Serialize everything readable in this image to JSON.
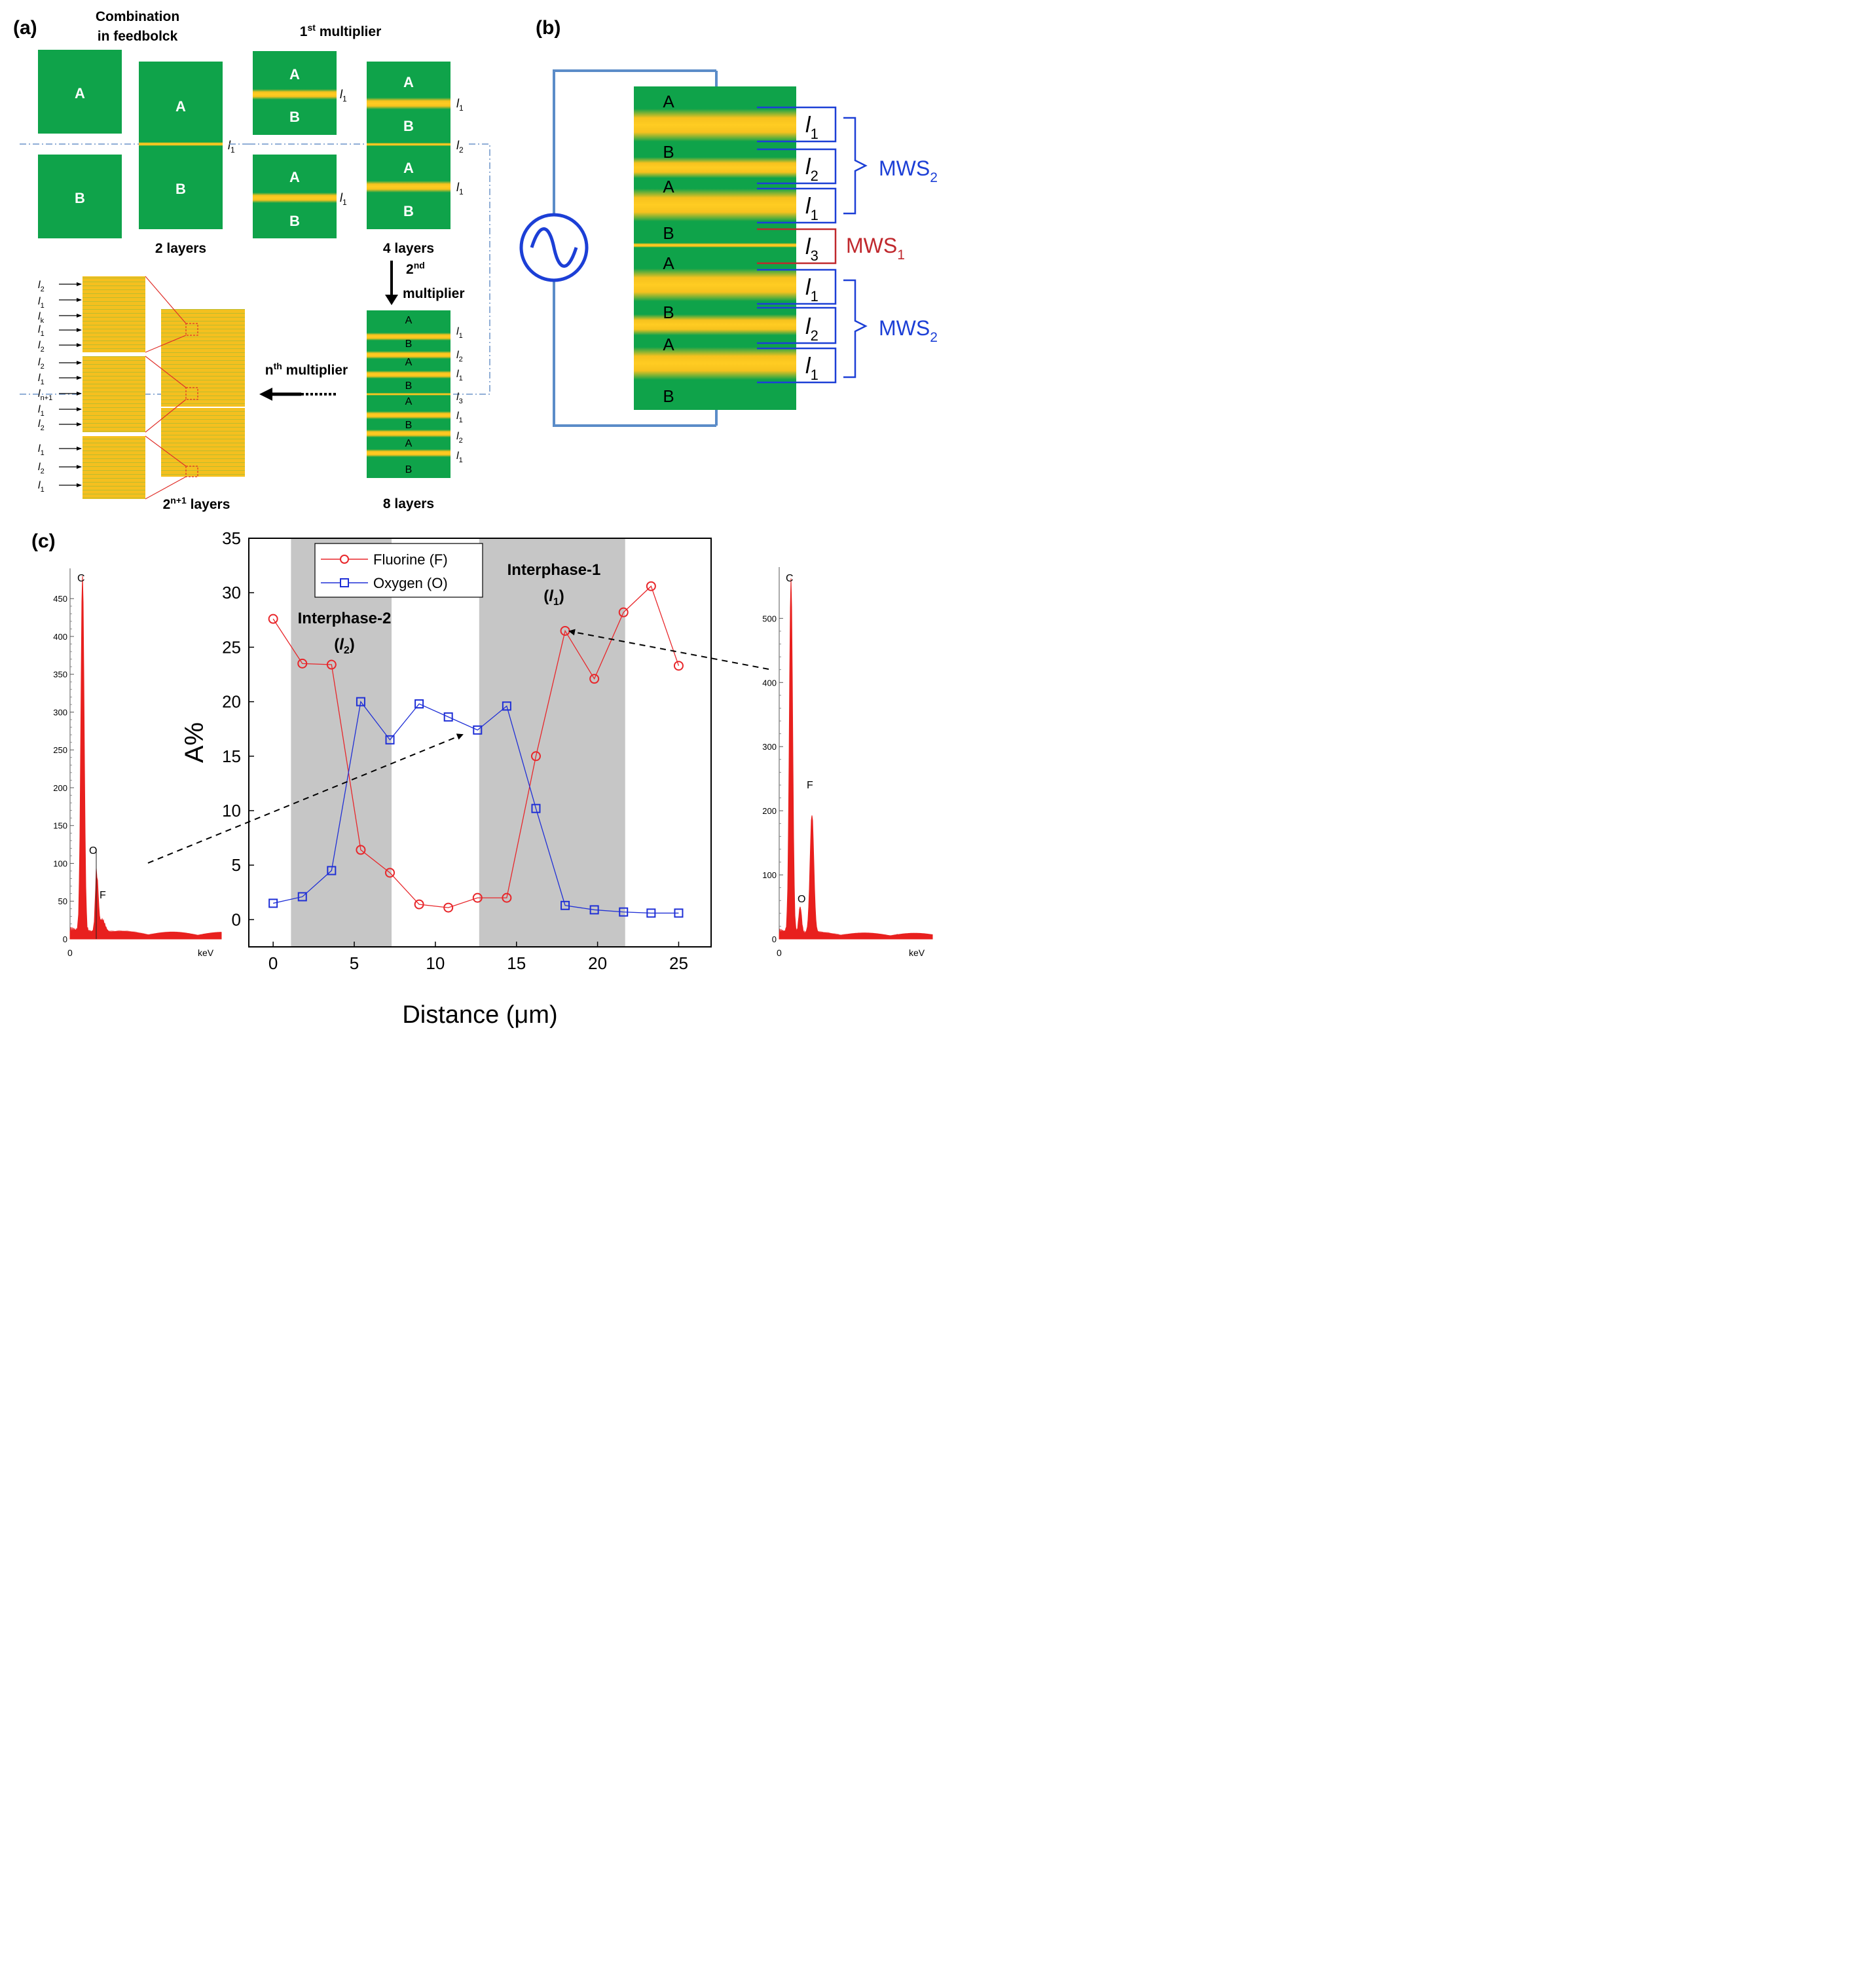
{
  "panel_a": {
    "label": "(a)",
    "title_feedblock_1": "Combination",
    "title_feedblock_2": "in feedbolck",
    "title_mult1": "1",
    "title_mult1_sup": "st",
    "title_mult1_rest": " multiplier",
    "layer_A": "A",
    "layer_B": "B",
    "caption_2": "2 layers",
    "caption_4": "4 layers",
    "caption_8": "8 layers",
    "caption_n_base": "2",
    "caption_n_sup": "n+1",
    "caption_n_rest": " layers",
    "mult2_sup": "nd",
    "mult2_base": "2",
    "mult2_line2": "multiplier",
    "multn_base": "n",
    "multn_sup": "th",
    "multn_rest": " multiplier",
    "l": "l",
    "sub_1": "1",
    "sub_2": "2",
    "sub_3": "3",
    "sub_k": "k",
    "sub_n1": "n+1"
  },
  "panel_b": {
    "label": "(b)",
    "layers": [
      "A",
      "B",
      "A",
      "B",
      "A",
      "B",
      "A",
      "B"
    ],
    "mws1_base": "MWS",
    "mws1_sub": "1",
    "mws2_base": "MWS",
    "mws2_sub": "2",
    "colors": {
      "mws1": "#c0282d",
      "mws2": "#1c3fd6",
      "circuit": "#5b8cc8"
    }
  },
  "panel_c": {
    "label": "(c)",
    "interphase2": "Interphase-2",
    "interphase1": "Interphase-1",
    "edx_left": {
      "peaks": [
        "C",
        "O",
        "F"
      ],
      "yticks": [
        "0",
        "50",
        "100",
        "150",
        "200",
        "250",
        "300",
        "350",
        "400",
        "450"
      ],
      "x0": "0",
      "xunit": "keV"
    },
    "edx_right": {
      "peaks": [
        "C",
        "O",
        "F"
      ],
      "yticks": [
        "0",
        "100",
        "200",
        "300",
        "400",
        "500"
      ],
      "x0": "0",
      "xunit": "keV"
    }
  },
  "chart_data": {
    "type": "line",
    "xlabel": "Distance (μm)",
    "ylabel": "A%",
    "xlim": [
      -1.5,
      27
    ],
    "ylim": [
      -2.5,
      35
    ],
    "xticks": [
      0,
      5,
      10,
      15,
      20,
      25
    ],
    "yticks": [
      0,
      5,
      10,
      15,
      20,
      25,
      30,
      35
    ],
    "shaded_regions": [
      [
        1.1,
        7.3
      ],
      [
        12.7,
        21.7
      ]
    ],
    "legend_position": "top-left",
    "series": [
      {
        "name": "Fluorine (F)",
        "color": "#e8262a",
        "marker": "circle",
        "x": [
          0,
          1.8,
          3.6,
          5.4,
          7.2,
          9.0,
          10.8,
          12.6,
          14.4,
          16.2,
          18.0,
          19.8,
          21.6,
          23.3,
          25.0
        ],
        "y": [
          27.6,
          23.5,
          23.4,
          6.4,
          4.3,
          1.4,
          1.1,
          2.0,
          2.0,
          15.0,
          26.5,
          22.1,
          28.2,
          30.6,
          23.3
        ]
      },
      {
        "name": "Oxygen (O)",
        "color": "#1f2fd6",
        "marker": "square",
        "x": [
          0,
          1.8,
          3.6,
          5.4,
          7.2,
          9.0,
          10.8,
          12.6,
          14.4,
          16.2,
          18.0,
          19.8,
          21.6,
          23.3,
          25.0
        ],
        "y": [
          1.5,
          2.1,
          4.5,
          20.0,
          16.5,
          19.8,
          18.6,
          17.4,
          19.6,
          10.2,
          1.3,
          0.9,
          0.7,
          0.6,
          0.6
        ]
      }
    ]
  }
}
